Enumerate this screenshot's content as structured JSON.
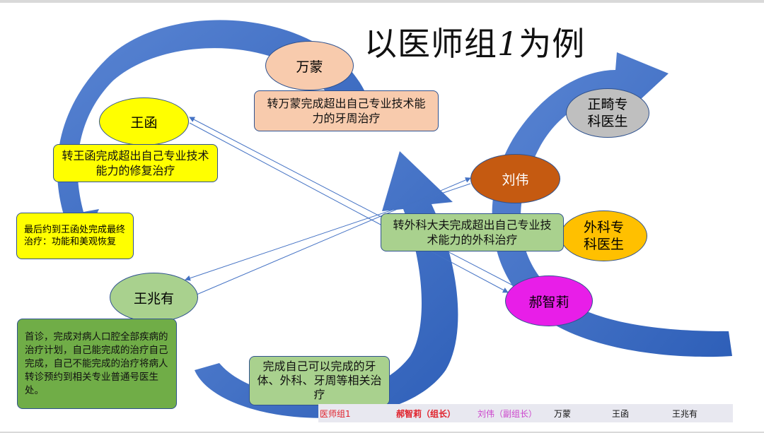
{
  "title": {
    "text": "以医师组",
    "numeral": "1",
    "suffix": "为例"
  },
  "nodes": {
    "wanmeng": "万蒙",
    "wanghan": "王函",
    "zhengqi": "正畸专科医生",
    "liuwei": "刘伟",
    "waike": "外科专科医生",
    "hezhili": "郝智莉",
    "wangzhaoyou": "王兆有"
  },
  "boxes": {
    "transfer_wanmeng": "转万蒙完成超出自己专业技术能力的牙周治疗",
    "transfer_wanghan": "转王函完成超出自己专业技术能力的修复治疗",
    "final_wanghan": "最后约到王函处完成最终治疗：功能和美观恢复",
    "transfer_surgery": "转外科大夫完成超出自己专业技术能力的外科治疗",
    "first_visit": "首诊，完成对病人口腔全部疾病的治疗计划，自己能完成的治疗自己完成，自己不能完成的治疗将病人转诊预约到相关专业普通号医生处。",
    "self_complete": "完成自己可以完成的牙体、外科、牙周等相关治疗"
  },
  "legend": {
    "group": "医师组1",
    "leader": "郝智莉（组长）",
    "deputy": "刘伟（副组长）",
    "m1": "万蒙",
    "m2": "王函",
    "m3": "王兆有"
  },
  "colors": {
    "arrow": "#4472c4",
    "peach": "#f8cbad",
    "yellow": "#ffff00",
    "green": "#a9d18e",
    "brown": "#c55a11",
    "gray": "#bfbfbf",
    "orange": "#ffc000",
    "magenta": "#e81ee8",
    "legend_red": "#e0202a",
    "legend_purple": "#cc44cc"
  }
}
